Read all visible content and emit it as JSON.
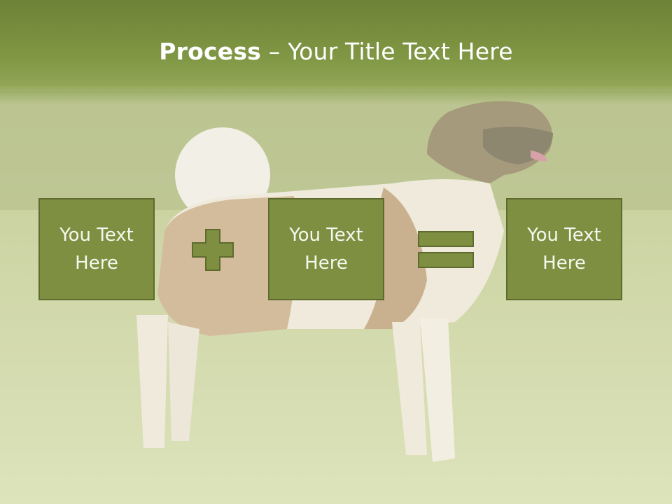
{
  "slide": {
    "title_bold": "Process",
    "title_rest": " – Your Title Text Here",
    "boxes": [
      {
        "text": "You Text Here"
      },
      {
        "text": "You Text Here"
      },
      {
        "text": "You Text Here"
      }
    ],
    "operators": [
      "plus-icon",
      "equals-icon"
    ],
    "colors": {
      "title_band": "#7a9040",
      "box_fill": "#7e8f41",
      "box_border": "#5e6b2d",
      "text": "#ffffff"
    }
  }
}
